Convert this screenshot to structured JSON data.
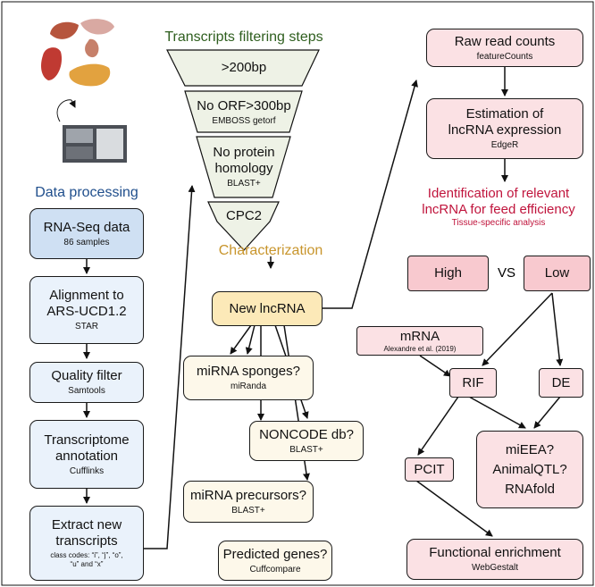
{
  "left": {
    "title": "Data processing",
    "rnaseq": {
      "title": "RNA-Seq data",
      "sub": "86 samples"
    },
    "align": {
      "title1": "Alignment to",
      "title2": "ARS-UCD1.2",
      "sub": "STAR"
    },
    "quality": {
      "title": "Quality filter",
      "sub": "Samtools"
    },
    "transcriptome": {
      "title1": "Transcriptome",
      "title2": "annotation",
      "sub": "Cufflinks"
    },
    "extract": {
      "title1": "Extract new",
      "title2": "transcripts",
      "sub1": "class codes: “i”, “j”, “o”,",
      "sub2": "“u” and “x”"
    }
  },
  "middle": {
    "title": "Transcripts filtering steps",
    "filter1": {
      "title": ">200bp"
    },
    "filter2": {
      "title": "No ORF>300bp",
      "sub": "EMBOSS getorf"
    },
    "filter3": {
      "title1": "No protein",
      "title2": "homology",
      "sub": "BLAST+"
    },
    "filter4": {
      "title": "CPC2"
    },
    "characterization": "Characterization",
    "newlnc": "New lncRNA",
    "mirna_sponges": {
      "title": "miRNA sponges?",
      "sub": "miRanda"
    },
    "noncode": {
      "title": "NONCODE db?",
      "sub": "BLAST+"
    },
    "mirna_precursors": {
      "title": "miRNA precursors?",
      "sub": "BLAST+"
    },
    "predicted": {
      "title": "Predicted genes?",
      "sub": "Cuffcompare"
    }
  },
  "right": {
    "raw": {
      "title": "Raw read counts",
      "sub": "featureCounts"
    },
    "estimation": {
      "title1": "Estimation of",
      "title2": "lncRNA expression",
      "sub": "EdgeR"
    },
    "identification": {
      "title1": "Identification of relevant",
      "title2": "lncRNA for feed efficiency",
      "sub": "Tissue-specific analysis"
    },
    "high": "High",
    "vs": "VS",
    "low": "Low",
    "mrna": {
      "title": "mRNA",
      "sub": "Alexandre et al. (2019)"
    },
    "rif": "RIF",
    "de": "DE",
    "pcit": "PCIT",
    "tools": {
      "line1": "miEEA?",
      "line2": "AnimalQTL?",
      "line3": "RNAfold"
    },
    "functional": {
      "title": "Functional enrichment",
      "sub": "WebGestalt"
    }
  },
  "colors": {
    "section_title_green": "#2e5e1e",
    "data_processing_blue": "#1f4e8c",
    "characterization_gold": "#c8952c",
    "identification_red": "#c0143c"
  }
}
